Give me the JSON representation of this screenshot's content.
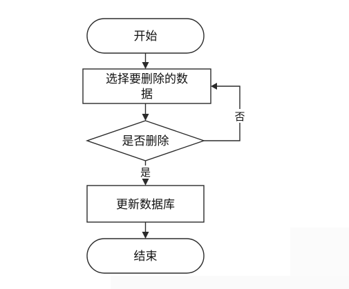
{
  "flowchart": {
    "start_label": "开始",
    "select_label_line1": "选择要删除的数",
    "select_label_line2": "据",
    "decision_label": "是否删除",
    "no_label": "否",
    "yes_label": "是",
    "update_label": "更新数据库",
    "end_label": "结束"
  },
  "colors": {
    "stroke": "#2b2b2b",
    "text": "#111111",
    "background": "#ffffff"
  }
}
